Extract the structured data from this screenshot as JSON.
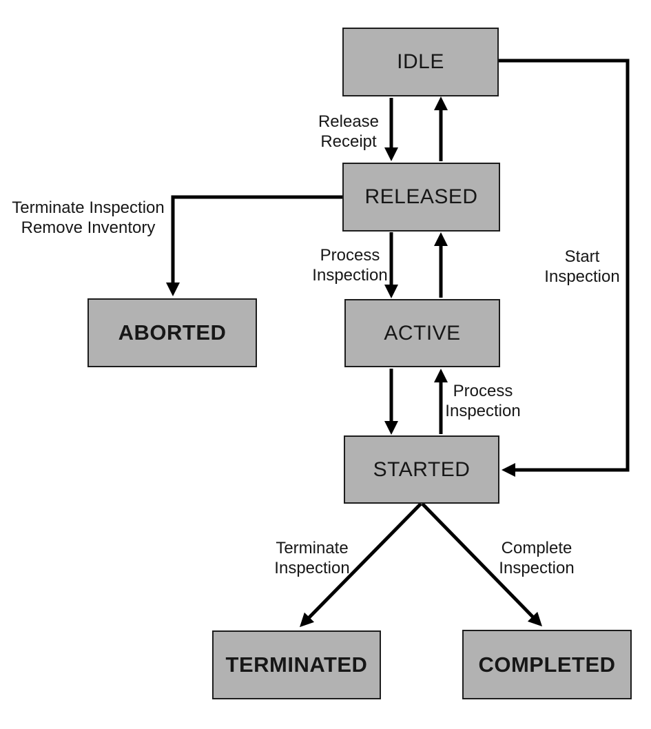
{
  "diagram": {
    "type": "state-machine",
    "colors": {
      "background": "#ffffff",
      "node_fill": "#b2b2b2",
      "node_border": "#1c1c1c",
      "arrow": "#000000",
      "text": "#171717"
    },
    "nodes": [
      {
        "id": "idle",
        "label": "IDLE",
        "bold": false
      },
      {
        "id": "released",
        "label": "RELEASED",
        "bold": false
      },
      {
        "id": "active",
        "label": "ACTIVE",
        "bold": false
      },
      {
        "id": "started",
        "label": "STARTED",
        "bold": false
      },
      {
        "id": "aborted",
        "label": "ABORTED",
        "bold": true
      },
      {
        "id": "terminated",
        "label": "TERMINATED",
        "bold": true
      },
      {
        "id": "completed",
        "label": "COMPLETED",
        "bold": true
      }
    ],
    "edges": [
      {
        "from": "IDLE",
        "to": "RELEASED",
        "label": "Release\nReceipt"
      },
      {
        "from": "RELEASED",
        "to": "IDLE",
        "label": ""
      },
      {
        "from": "RELEASED",
        "to": "ACTIVE",
        "label": "Process\nInspection"
      },
      {
        "from": "ACTIVE",
        "to": "RELEASED",
        "label": ""
      },
      {
        "from": "ACTIVE",
        "to": "STARTED",
        "label": ""
      },
      {
        "from": "STARTED",
        "to": "ACTIVE",
        "label": "Process\nInspection"
      },
      {
        "from": "RELEASED",
        "to": "ABORTED",
        "label": "Terminate Inspection\nRemove Inventory"
      },
      {
        "from": "IDLE",
        "to": "STARTED",
        "label": "Start\nInspection"
      },
      {
        "from": "STARTED",
        "to": "TERMINATED",
        "label": "Terminate\nInspection"
      },
      {
        "from": "STARTED",
        "to": "COMPLETED",
        "label": "Complete\nInspection"
      }
    ]
  }
}
